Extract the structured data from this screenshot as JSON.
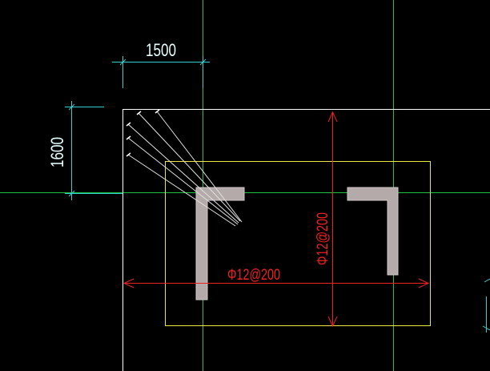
{
  "drawing": {
    "dimensions": {
      "horizontal": "1500",
      "vertical": "1600"
    },
    "rebar_labels": {
      "horizontal": "Φ12@200",
      "vertical": "Φ12@200"
    },
    "colors": {
      "background": "#000000",
      "grid": "#00ff00",
      "dimension": "#00ffff",
      "annotation_dim": "#e6ffff",
      "footing_outline": "#ffff40",
      "footing_outer": "#ffffff",
      "rebar_dimension": "#ff2020",
      "column_fill": "#b0a8a8",
      "leader": "#ffffff"
    }
  }
}
